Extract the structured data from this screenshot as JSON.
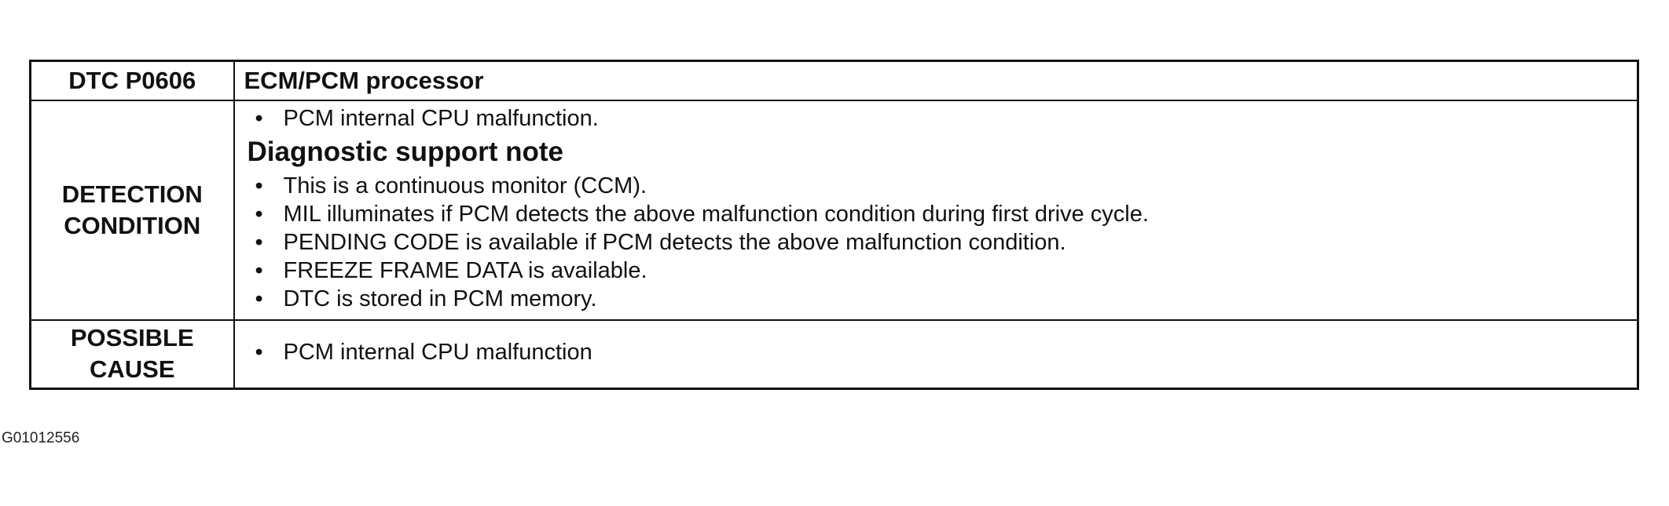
{
  "table": {
    "header": {
      "code": "DTC P0606",
      "title": "ECM/PCM processor"
    },
    "detection": {
      "label_line1": "DETECTION",
      "label_line2": "CONDITION",
      "items_before": [
        "PCM internal CPU malfunction."
      ],
      "subheading": "Diagnostic support note",
      "items_after": [
        "This is a continuous monitor (CCM).",
        "MIL illuminates if PCM detects the above malfunction condition during first drive cycle.",
        "PENDING CODE is available if PCM detects the above malfunction condition.",
        "FREEZE FRAME DATA is available.",
        "DTC is stored in PCM memory."
      ]
    },
    "cause": {
      "label_line1": "POSSIBLE",
      "label_line2": "CAUSE",
      "items": [
        "PCM internal CPU malfunction"
      ]
    }
  },
  "figure_id": "G01012556"
}
